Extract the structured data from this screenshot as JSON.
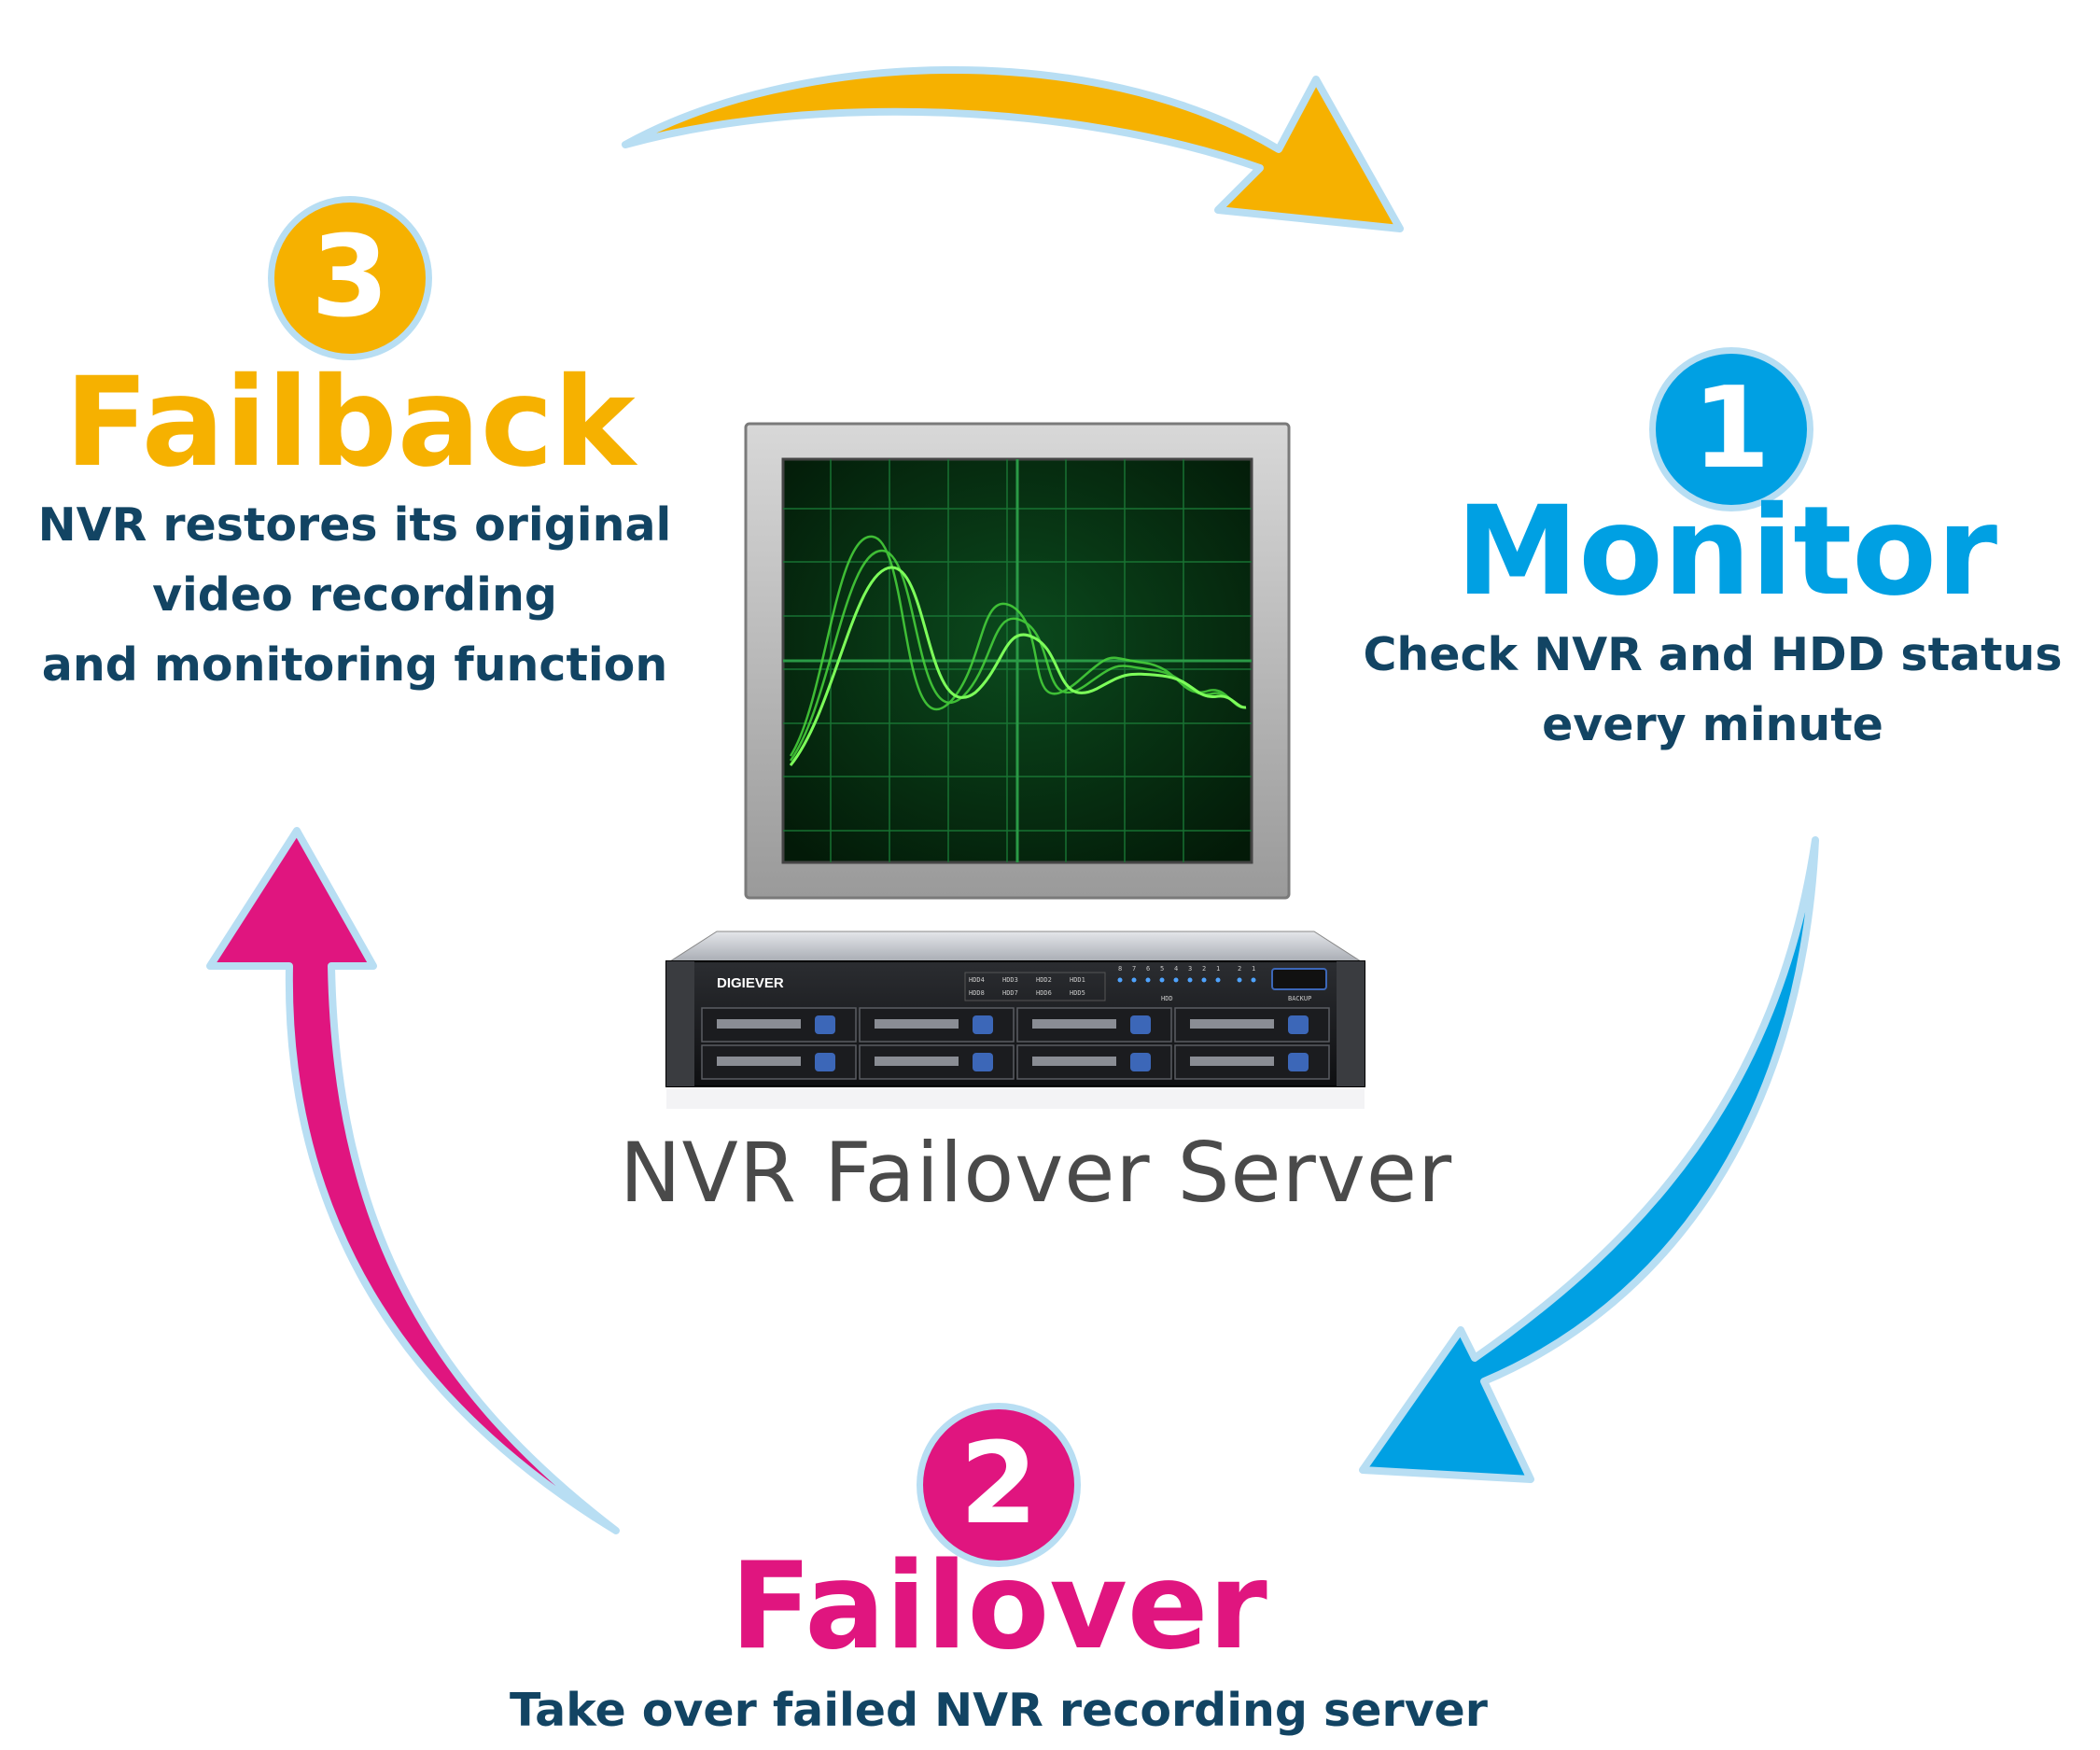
{
  "steps": [
    {
      "id": "monitor",
      "number": "1",
      "title": "Monitor",
      "description": "Check NVR and HDD status\nevery minute",
      "color": "#00a0e3"
    },
    {
      "id": "failover",
      "number": "2",
      "title": "Failover",
      "description": "Take over failed NVR recording server",
      "color": "#e0157f"
    },
    {
      "id": "failback",
      "number": "3",
      "title": "Failback",
      "description": "NVR restores its original\nvideo recording\nand monitoring function",
      "color": "#f6b100"
    }
  ],
  "server": {
    "caption": "NVR Failover Server",
    "brand": "DIGIEVER",
    "panel_labels": [
      "HDD4",
      "HDD3",
      "HDD2",
      "HDD1",
      "HDD8",
      "HDD7",
      "HDD6",
      "HDD5",
      "HDD",
      "BACKUP"
    ],
    "led_numbers": [
      "8",
      "7",
      "6",
      "5",
      "4",
      "3",
      "2",
      "1",
      "2",
      "1"
    ]
  },
  "colors": {
    "description_text": "#124463",
    "arrow_outline": "#b8def3",
    "screen_grid": "#1a7a36",
    "wave": "#49d63c"
  },
  "icons": [
    "monitor-screen-icon",
    "rack-server-icon"
  ]
}
